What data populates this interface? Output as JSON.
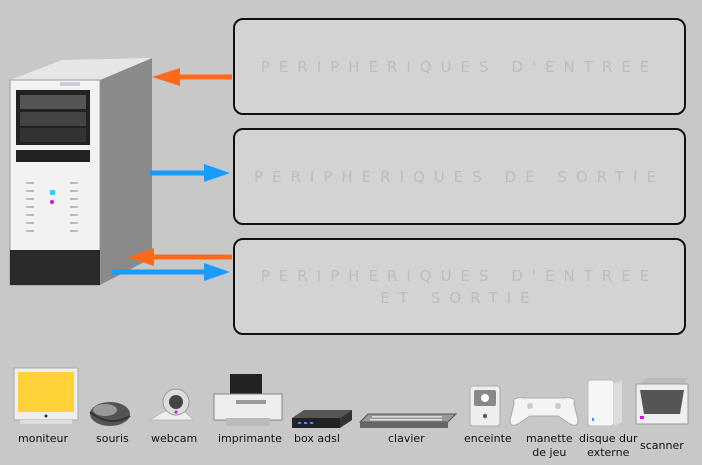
{
  "boxes": {
    "input": "PERIPHERIQUES D'ENTREE",
    "output": "PERIPHERIQUES DE SORTIE",
    "io_line1": "PERIPHERIQUES D'ENTREE",
    "io_line2": "ET SORTIE"
  },
  "colors": {
    "orange": "#ff6a1a",
    "blue": "#1a9cff",
    "box_bg": "#d3d3d3",
    "box_text": "#bdbdbd"
  },
  "devices": {
    "moniteur": "moniteur",
    "souris": "souris",
    "webcam": "webcam",
    "imprimante": "imprimante",
    "box_adsl": "box adsl",
    "clavier": "clavier",
    "enceinte": "enceinte",
    "manette_l1": "manette",
    "manette_l2": "de jeu",
    "disque_l1": "disque dur",
    "disque_l2": "externe",
    "scanner": "scanner"
  }
}
